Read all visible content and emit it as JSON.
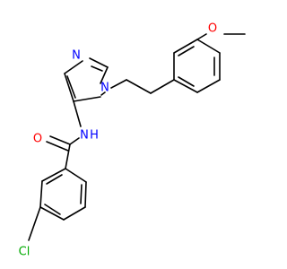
{
  "atoms": {
    "methoxy_o": "O",
    "pyrazole_n2": "N",
    "pyrazole_n1": "N",
    "amide_nh": "N",
    "amide_h": "H",
    "carbonyl_o": "O",
    "chlorine": "Cl"
  },
  "colors": {
    "bond": "#000000",
    "oxygen": "#ff0000",
    "nitrogen": "#0000ff",
    "chlorine": "#00aa00"
  }
}
